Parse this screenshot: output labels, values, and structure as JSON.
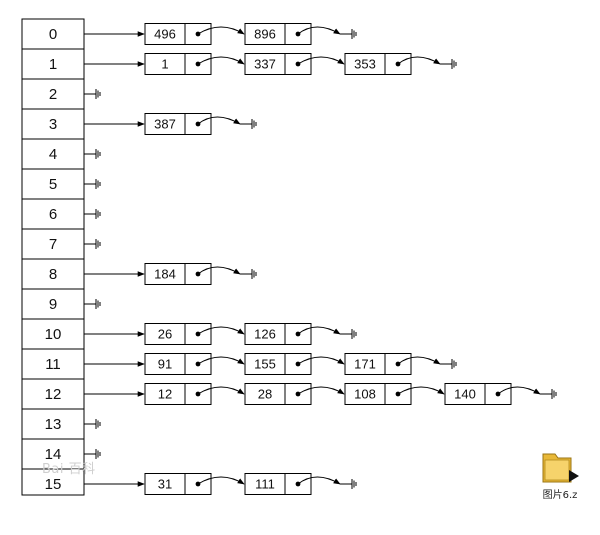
{
  "buckets": [
    {
      "index": "0",
      "items": [
        "496",
        "896"
      ]
    },
    {
      "index": "1",
      "items": [
        "1",
        "337",
        "353"
      ]
    },
    {
      "index": "2",
      "items": []
    },
    {
      "index": "3",
      "items": [
        "387"
      ]
    },
    {
      "index": "4",
      "items": []
    },
    {
      "index": "5",
      "items": []
    },
    {
      "index": "6",
      "items": []
    },
    {
      "index": "7",
      "items": []
    },
    {
      "index": "8",
      "items": [
        "184"
      ]
    },
    {
      "index": "9",
      "items": []
    },
    {
      "index": "10",
      "items": [
        "26",
        "126"
      ]
    },
    {
      "index": "11",
      "items": [
        "91",
        "155",
        "171"
      ]
    },
    {
      "index": "12",
      "items": [
        "12",
        "28",
        "108",
        "140"
      ]
    },
    {
      "index": "13",
      "items": []
    },
    {
      "index": "14",
      "items": []
    },
    {
      "index": "15",
      "items": [
        "31",
        "111"
      ]
    }
  ],
  "desktop_icon": {
    "name": "folder-icon",
    "label": "图片6.z"
  },
  "watermark": {
    "text": "Bai 百科"
  },
  "colors": {
    "line": "#000000",
    "background": "#ffffff",
    "folder": "#e8b838"
  }
}
